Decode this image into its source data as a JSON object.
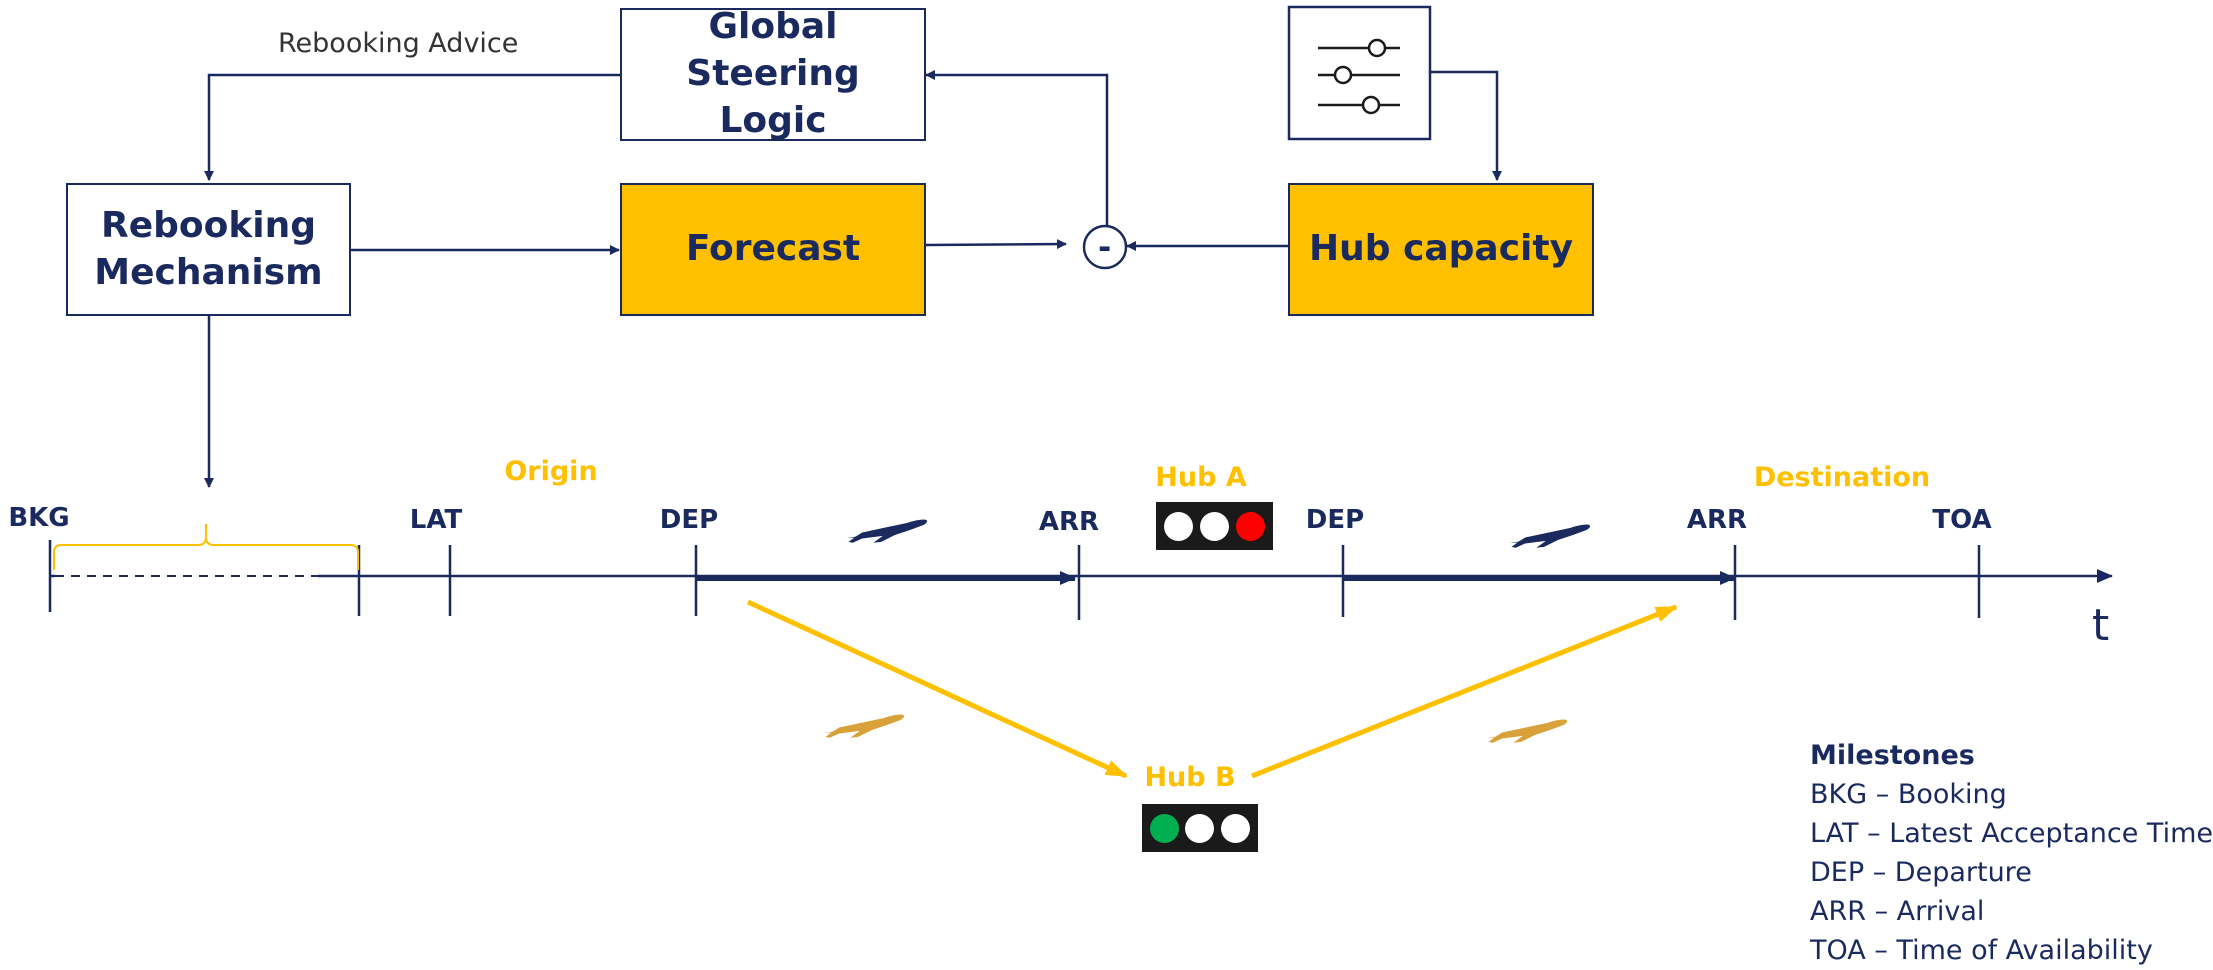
{
  "boxes": {
    "global_steering": "Global Steering Logic",
    "rebooking_mechanism": "Rebooking Mechanism",
    "forecast": "Forecast",
    "hub_capacity": "Hub capacity"
  },
  "rebooking_advice": "Rebooking Advice",
  "minus_sign": "-",
  "timeline": {
    "milestones": [
      "BKG",
      "LAT",
      "DEP",
      "ARR",
      "DEP",
      "ARR",
      "TOA"
    ],
    "axis_label": "t"
  },
  "locations": {
    "origin": "Origin",
    "hub_a": "Hub A",
    "hub_b": "Hub B",
    "destination": "Destination"
  },
  "traffic_lights": {
    "hub_a": [
      "white",
      "white",
      "red"
    ],
    "hub_b": [
      "green",
      "white",
      "white"
    ]
  },
  "legend": {
    "title": "Milestones",
    "items": [
      "BKG – Booking",
      "LAT – Latest Acceptance Time",
      "DEP – Departure",
      "ARR – Arrival",
      "TOA – Time of Availability"
    ]
  },
  "colors": {
    "navy": "#1b2a5e",
    "yellow": "#ffc000",
    "plane_gold": "#d9a13a",
    "red": "#ff0000",
    "green": "#00b050"
  }
}
